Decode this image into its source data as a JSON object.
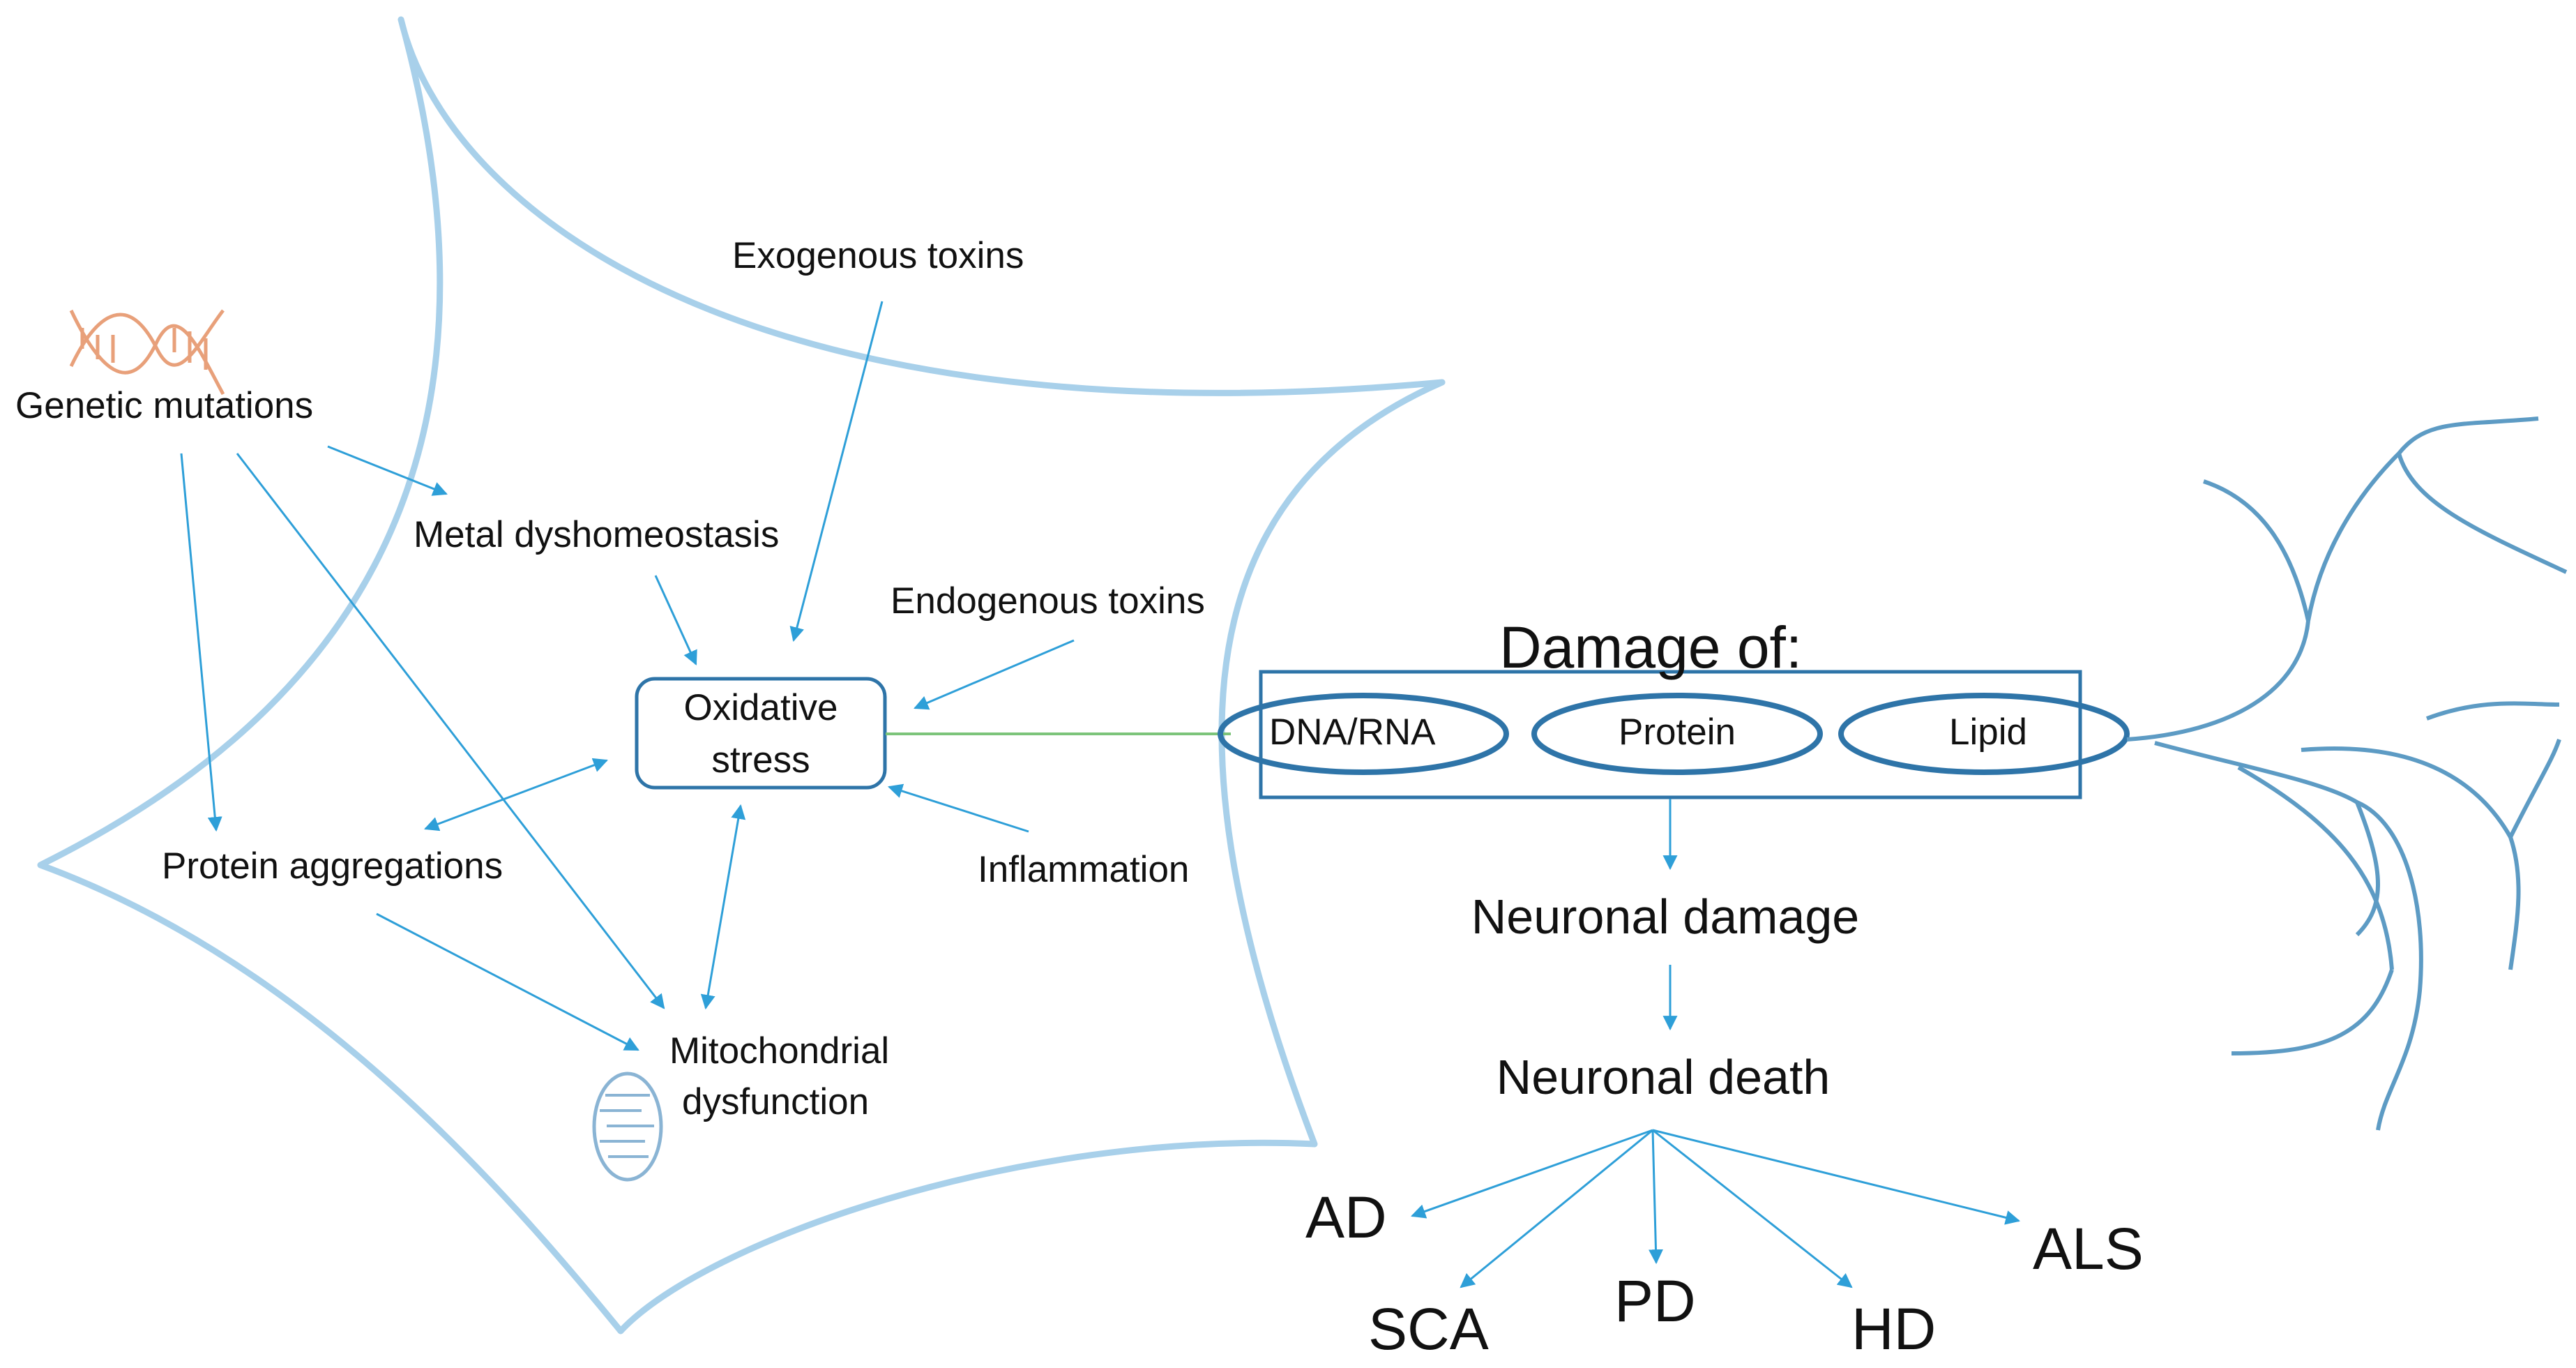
{
  "labels": {
    "exogenous": "Exogenous toxins",
    "genetic": "Genetic mutations",
    "metal": "Metal dyshomeostasis",
    "endogenous": "Endogenous toxins",
    "oxidative_line1": "Oxidative",
    "oxidative_line2": "stress",
    "protein_agg": "Protein aggregations",
    "inflammation": "Inflammation",
    "mito_line1": "Mitochondrial",
    "mito_line2": "dysfunction",
    "damage_of": "Damage of:",
    "dna_rna": "DNA/RNA",
    "protein": "Protein",
    "lipid": "Lipid",
    "neuronal_damage": "Neuronal damage",
    "neuronal_death": "Neuronal death"
  },
  "diseases": {
    "ad": "AD",
    "sca": "SCA",
    "pd": "PD",
    "hd": "HD",
    "als": "ALS"
  },
  "colors": {
    "arrow": "#2e9fd8",
    "cell_outline": "#a8d0ea",
    "axon": "#5d9bc4",
    "connector": "#7cc47a",
    "box_border": "#2e74a8",
    "dna": "#e8a07a"
  },
  "icons": {
    "dna": "dna-helix-icon",
    "mitochondrion": "mitochondrion-icon"
  }
}
